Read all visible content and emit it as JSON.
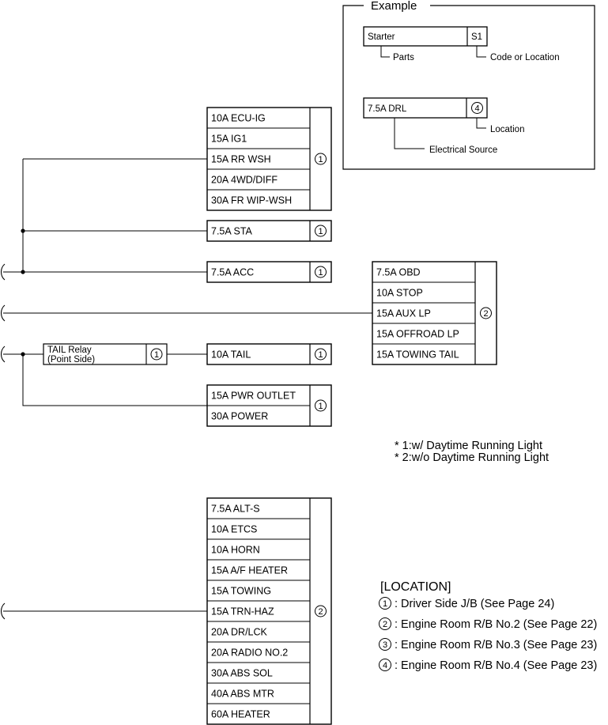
{
  "example": {
    "title": "Example",
    "part_label": "Starter",
    "part_code": "S1",
    "parts_caption": "Parts",
    "code_caption": "Code or Location",
    "fuse_label": "7.5A DRL",
    "fuse_location": "4",
    "location_caption": "Location",
    "source_caption": "Electrical Source"
  },
  "groups": {
    "g1": {
      "fuses": [
        "10A ECU-IG",
        "15A IG1",
        "15A RR WSH",
        "20A 4WD/DIFF",
        "30A FR WIP-WSH"
      ],
      "location": "1"
    },
    "g2": {
      "fuses": [
        "7.5A STA"
      ],
      "location": "1"
    },
    "g3": {
      "fuses": [
        "7.5A ACC"
      ],
      "location": "1"
    },
    "g4": {
      "fuses": [
        "7.5A OBD",
        "10A STOP",
        "15A AUX LP",
        "15A OFFROAD LP",
        "15A TOWING TAIL"
      ],
      "location": "2"
    },
    "g5": {
      "fuses": [
        "10A TAIL"
      ],
      "location": "1"
    },
    "g6": {
      "fuses": [
        "15A PWR OUTLET",
        "30A POWER"
      ],
      "location": "1"
    },
    "g7": {
      "fuses": [
        "7.5A ALT-S",
        "10A ETCS",
        "10A HORN",
        "15A A/F HEATER",
        "15A TOWING",
        "15A TRN-HAZ",
        "20A DR/LCK",
        "20A RADIO NO.2",
        "30A ABS SOL",
        "40A ABS MTR",
        "60A HEATER"
      ],
      "location": "2"
    }
  },
  "relay": {
    "line1": "TAIL Relay",
    "line2": "(Point Side)",
    "location": "1"
  },
  "notes": [
    "* 1:w/ Daytime Running Light",
    "* 2:w/o Daytime Running Light"
  ],
  "legend": {
    "title": "[LOCATION]",
    "items": [
      {
        "num": "1",
        "text": ": Driver Side J/B (See Page 24)"
      },
      {
        "num": "2",
        "text": ": Engine Room R/B No.2 (See Page 22)"
      },
      {
        "num": "3",
        "text": ": Engine Room R/B No.3 (See Page 23)"
      },
      {
        "num": "4",
        "text": ": Engine Room R/B No.4 (See Page 23)"
      }
    ]
  }
}
